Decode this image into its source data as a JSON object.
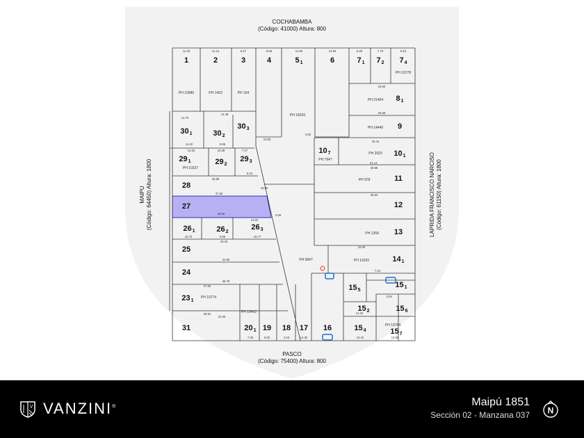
{
  "streets": {
    "top": {
      "name": "COCHABAMBA",
      "code": "(Código: 41000) Altura: 800"
    },
    "bottom": {
      "name": "PASCO",
      "code": "(Código: 75400) Altura: 800"
    },
    "left": {
      "name": "MAIPU",
      "code": "(Código: 64450) Altura: 1800"
    },
    "right": {
      "name": "LAPRIDA FRANCISCO NARCISO",
      "code": "(Código: 61150) Altura: 1800"
    }
  },
  "parcels": [
    {
      "n": "1",
      "s": ""
    },
    {
      "n": "2",
      "s": ""
    },
    {
      "n": "3",
      "s": ""
    },
    {
      "n": "4",
      "s": ""
    },
    {
      "n": "5",
      "s": "1"
    },
    {
      "n": "6",
      "s": ""
    },
    {
      "n": "7",
      "s": "1"
    },
    {
      "n": "7",
      "s": "2"
    },
    {
      "n": "7",
      "s": "4"
    },
    {
      "n": "8",
      "s": "1"
    },
    {
      "n": "9",
      "s": ""
    },
    {
      "n": "30",
      "s": "1"
    },
    {
      "n": "30",
      "s": "2"
    },
    {
      "n": "30",
      "s": "3"
    },
    {
      "n": "29",
      "s": "1"
    },
    {
      "n": "29",
      "s": "2"
    },
    {
      "n": "29",
      "s": "3"
    },
    {
      "n": "10",
      "s": "7"
    },
    {
      "n": "10",
      "s": "1"
    },
    {
      "n": "11",
      "s": ""
    },
    {
      "n": "28",
      "s": ""
    },
    {
      "n": "27",
      "s": ""
    },
    {
      "n": "12",
      "s": ""
    },
    {
      "n": "26",
      "s": "1"
    },
    {
      "n": "26",
      "s": "2"
    },
    {
      "n": "26",
      "s": "3"
    },
    {
      "n": "13",
      "s": ""
    },
    {
      "n": "25",
      "s": ""
    },
    {
      "n": "14",
      "s": "1"
    },
    {
      "n": "24",
      "s": ""
    },
    {
      "n": "15",
      "s": "5"
    },
    {
      "n": "15",
      "s": "1"
    },
    {
      "n": "23",
      "s": "1"
    },
    {
      "n": "15",
      "s": "2"
    },
    {
      "n": "15",
      "s": "6"
    },
    {
      "n": "31",
      "s": ""
    },
    {
      "n": "20",
      "s": "1"
    },
    {
      "n": "19",
      "s": ""
    },
    {
      "n": "18",
      "s": ""
    },
    {
      "n": "17",
      "s": ""
    },
    {
      "n": "16",
      "s": ""
    },
    {
      "n": "15",
      "s": "4"
    },
    {
      "n": "15",
      "s": "7"
    }
  ],
  "ph_labels": [
    "PH 10980",
    "PH 1403",
    "PH 164",
    "PH 18326",
    "PH 19778",
    "PH 21404",
    "PH 14440",
    "PH 10337",
    "PH 7947",
    "PH 2920",
    "PH 978",
    "PH 1358",
    "PH 5847",
    "PH 19325",
    "PH 19774",
    "PH 16402",
    "PH 19764"
  ],
  "measurements": [
    "11.48",
    "12.13",
    "8.47",
    "9.88",
    "12.80",
    "12.93",
    "8.36",
    "7.79",
    "9.53",
    "25.60",
    "25.68",
    "14.48",
    "12.70",
    "14.02",
    "9.86",
    "10.83",
    "14.03",
    "10.38",
    "7.47",
    "9.23",
    "35.88",
    "37.50",
    "39.50",
    "18.00",
    "29.44",
    "31.14",
    "39.59",
    "39.63",
    "14.83",
    "15.70",
    "9.96",
    "16.77",
    "42.43",
    "44.59",
    "46.78",
    "27.53",
    "26.81",
    "32.55",
    "33.00",
    "7.23",
    "7.06",
    "9.05",
    "4.26",
    "12.35",
    "15.16",
    "13.85",
    "14.42",
    "0.64",
    "0.89",
    "0.90"
  ],
  "highlight": {
    "parcel": "27",
    "fill": "#b7b1f4",
    "stroke": "#3a2db5"
  },
  "marker_color": "#1f6fd0",
  "footer": {
    "brand": "VANZINI",
    "reg": "®",
    "address": "Maipú 1851",
    "subtitle": "Sección 02 - Manzana 037",
    "compass": "N"
  }
}
